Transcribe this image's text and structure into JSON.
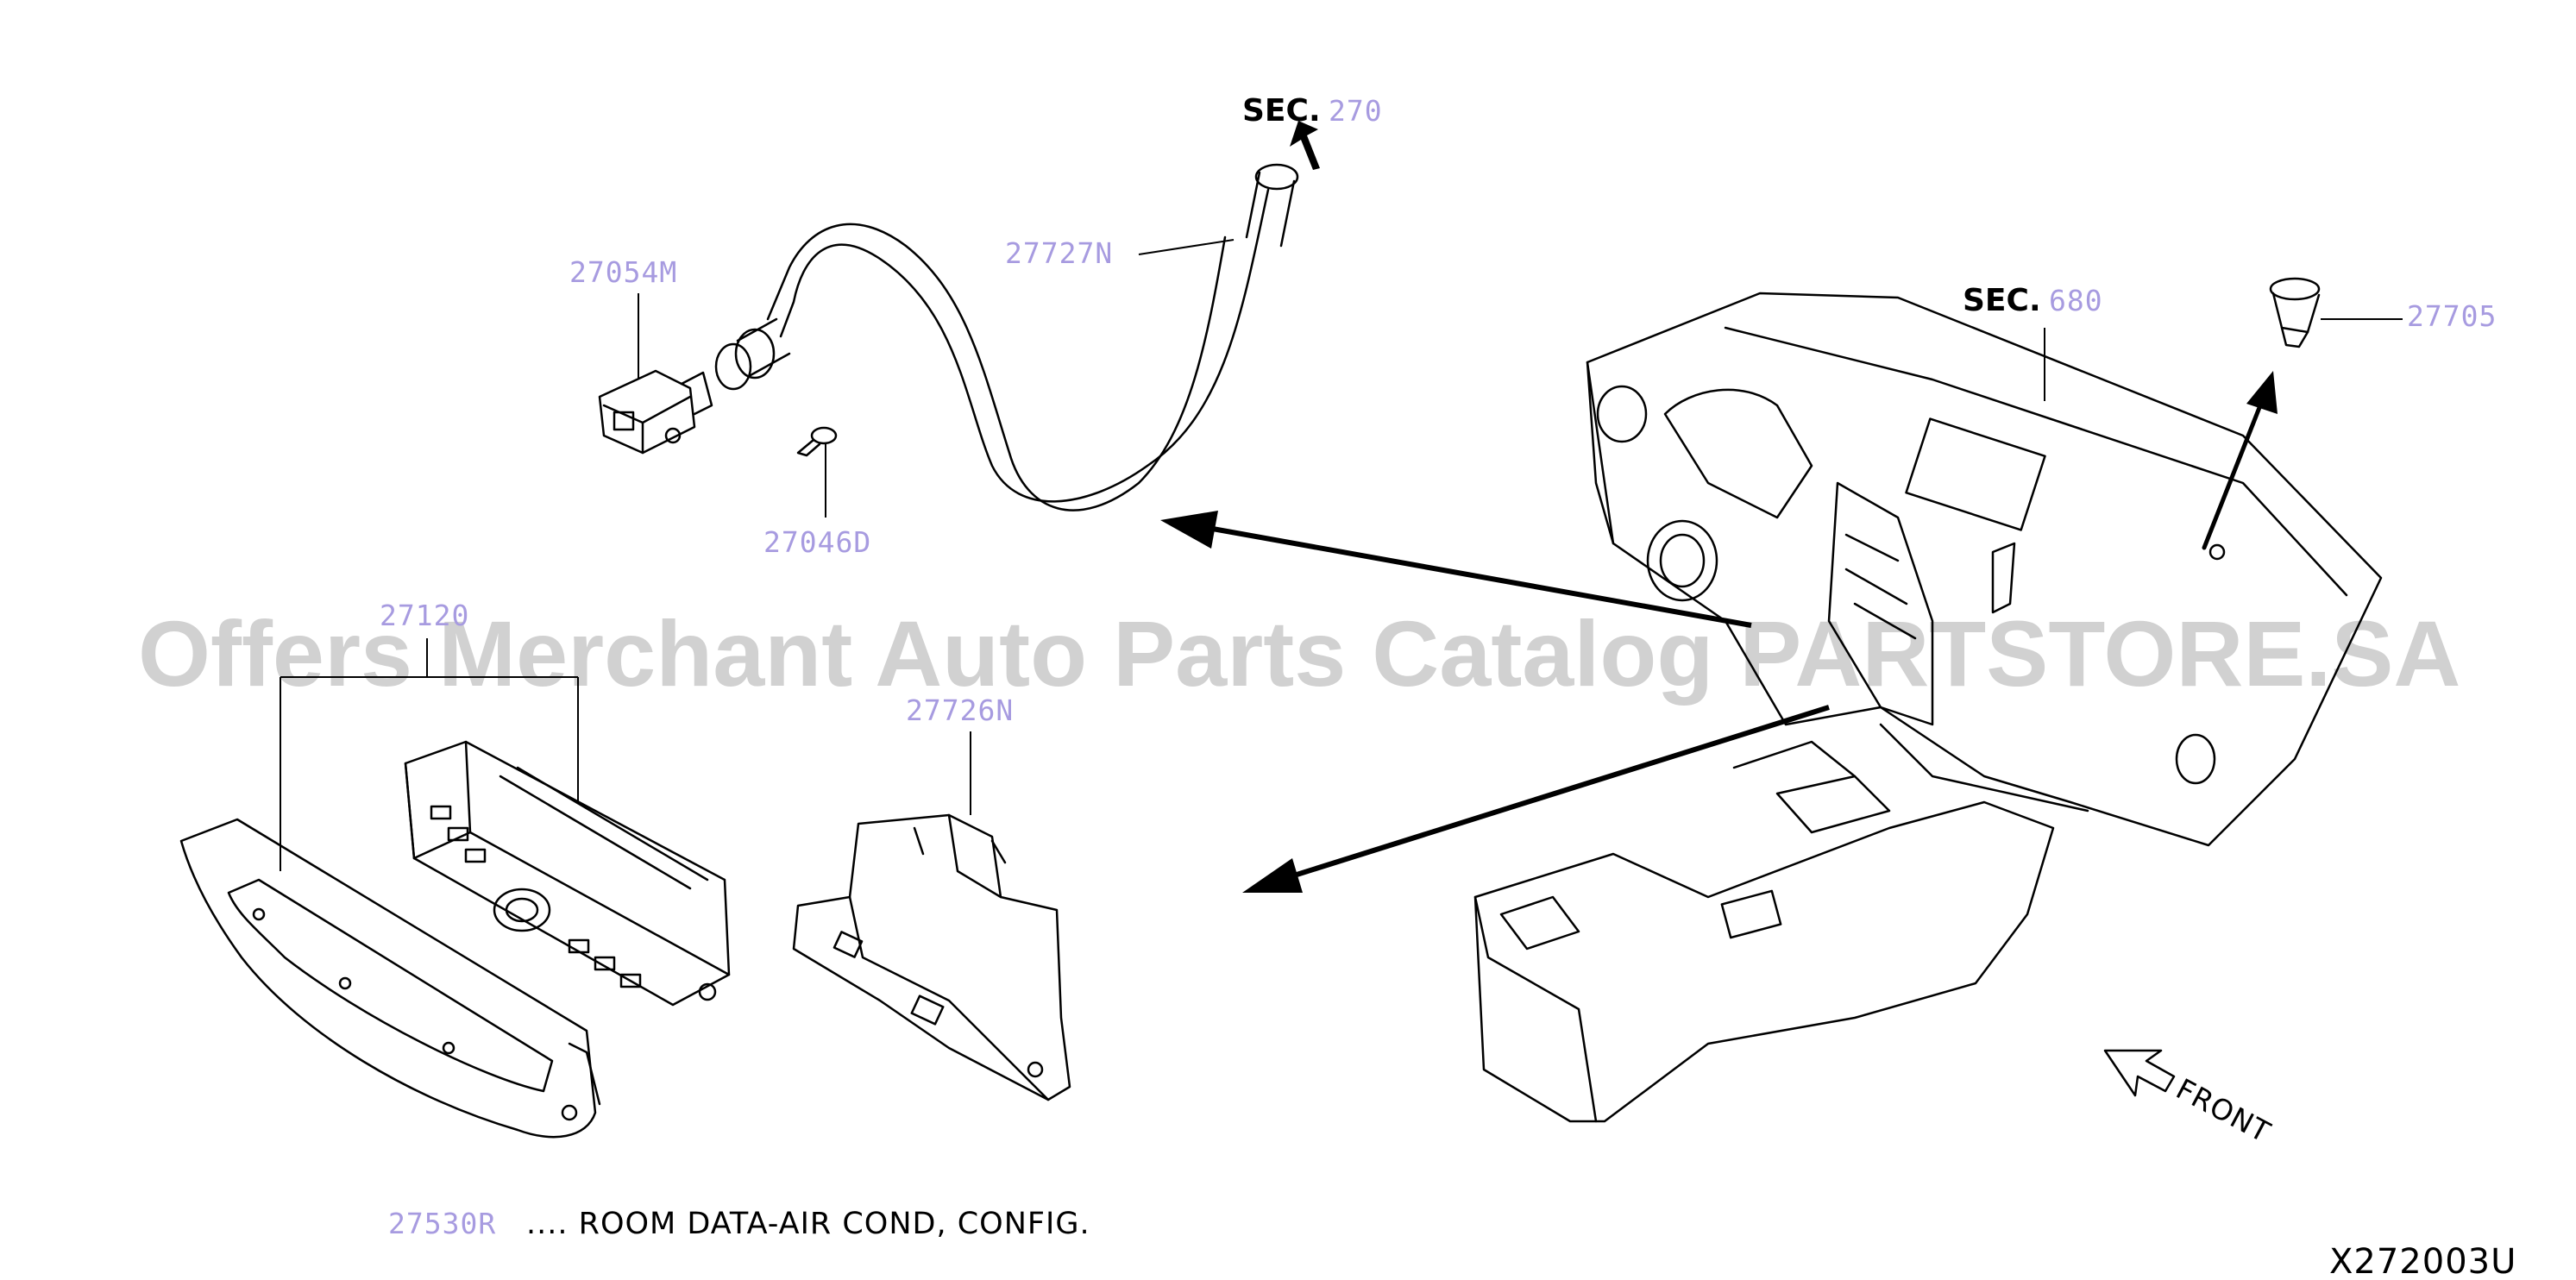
{
  "sections": [
    {
      "prefix": "SEC.",
      "number": "270"
    },
    {
      "prefix": "SEC.",
      "number": "680"
    }
  ],
  "parts": {
    "hose": "27727N",
    "sensor": "27054M",
    "screw": "27046D",
    "control_assy": "27120",
    "bracket": "27726N",
    "aspirator": "27705"
  },
  "note": {
    "part": "27530R",
    "text": ".... ROOM DATA-AIR COND, CONFIG."
  },
  "front_label": "FRONT",
  "diagram_id": "X272003U",
  "watermark": "Offers Merchant Auto Parts Catalog PARTSTORE.SA"
}
